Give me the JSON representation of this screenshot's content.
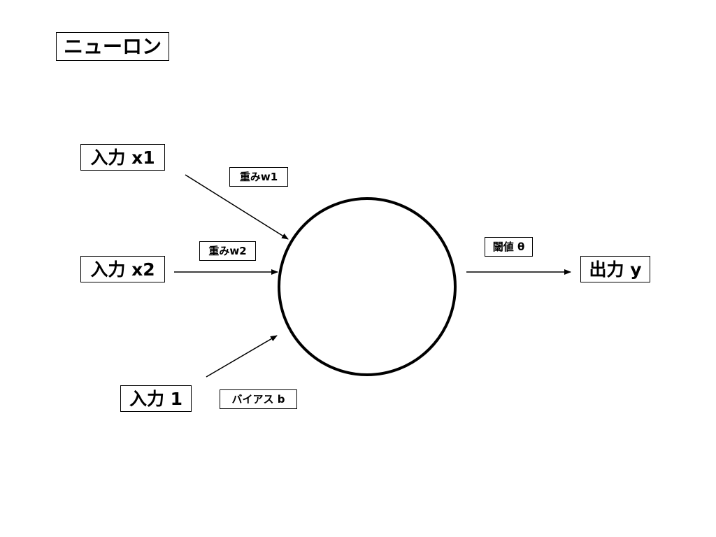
{
  "diagram": {
    "title": "ニューロン",
    "inputs": {
      "x1": "入力 x1",
      "x2": "入力 x2",
      "bias_input": "入力 1"
    },
    "output": "出力 y",
    "labels": {
      "weight_w1": "重みw1",
      "weight_w2": "重みw2",
      "bias": "バイアス b",
      "threshold": "閾値 θ"
    }
  }
}
